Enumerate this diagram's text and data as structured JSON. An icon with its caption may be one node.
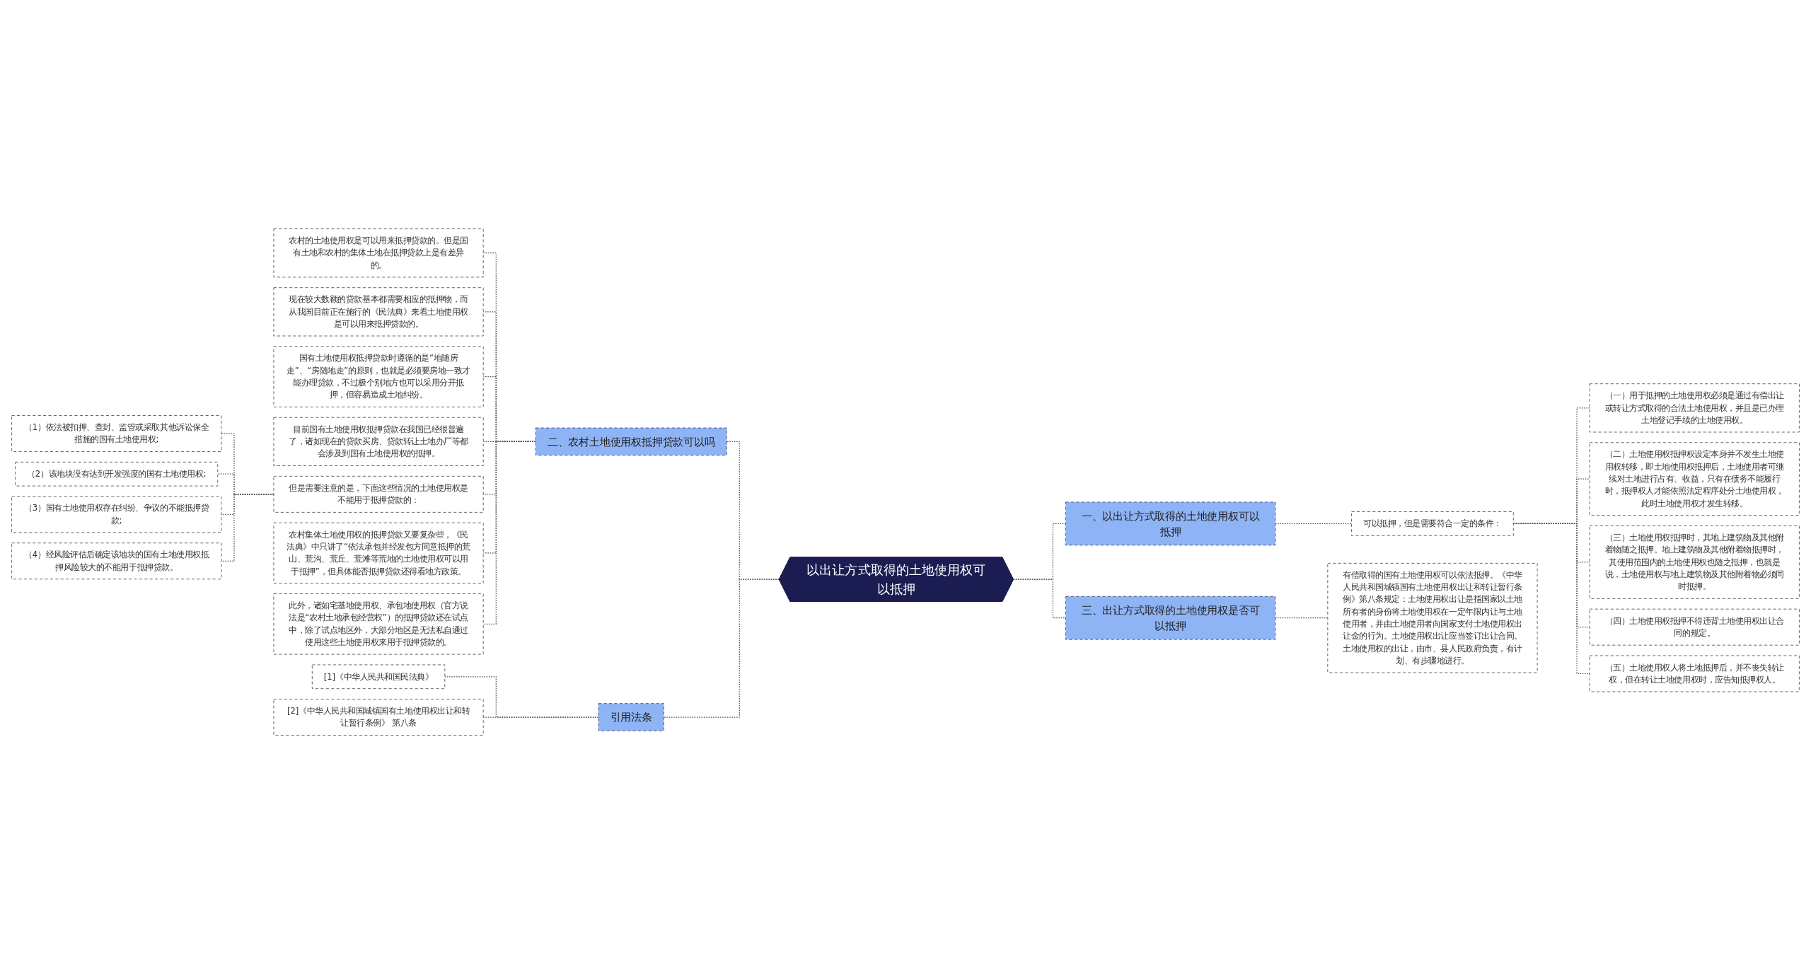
{
  "diagram": {
    "nodes": [
      {
        "text": [
          "以出让方式取得的土地使用权可以抵押"
        ]
      },
      {
        "text": [
          "二、农村土地使用权抵押贷款可以吗"
        ]
      },
      {
        "text": [
          "农村的土地使用权是可以用来抵押贷款的。但是国有土地和农村的集体土地在抵押贷款上是有差异的。"
        ]
      },
      {
        "text": [
          "现在较大数额的贷款基本都需要相应的抵押物，而从我国目前正在施行的《民法典》来看土地使用权是可以用来抵押贷款的。"
        ]
      },
      {
        "text": [
          "国有土地使用权抵押贷款时遵循的是“地随房走”、“房随地走”的原则，也就是必须要房地一致才能办理贷款，不过极个别地方也可以采用分开抵押，但容易造成土地纠纷。"
        ]
      },
      {
        "text": [
          "目前国有土地使用权抵押贷款在我国已经很普遍了，诸如现在的贷款买房、贷款转让土地办厂等都会涉及到国有土地使用权的抵押。"
        ]
      },
      {
        "text": [
          "但是需要注意的是，下面这些情况的土地使用权是不能用于抵押贷款的："
        ]
      },
      {
        "text": [
          "（1）依法被扣押、查封、监管或采取其他诉讼保全措施的国有土地使用权;"
        ]
      },
      {
        "text": [
          "（2）该地块没有达到开发强度的国有土地使用权;"
        ]
      },
      {
        "text": [
          "（3）国有土地使用权存在纠纷、争议的不能抵押贷款;"
        ]
      },
      {
        "text": [
          "（4）经风险评估后确定该地块的国有土地使用权抵押风险较大的不能用于抵押贷款。"
        ]
      },
      {
        "text": [
          "农村集体土地使用权的抵押贷款又要复杂些，《民法典》中只讲了“依法承包并经发包方同意抵押的荒山、荒沟、荒丘、荒滩等荒地的土地使用权可以用于抵押”，但具体能否抵押贷款还得看地方政策。"
        ]
      },
      {
        "text": [
          "此外，诸如宅基地使用权、承包地使用权（官方说法是“农村土地承包经营权”）的抵押贷款还在试点中，除了试点地区外，大部分地区是无法私自通过使用这些土地使用权来用于抵押贷款的。"
        ]
      },
      {
        "text": [
          "引用法条"
        ]
      },
      {
        "text": [
          "[1]《中华人民共和国民法典》"
        ]
      },
      {
        "text": [
          "[2]《中华人民共和国城镇国有土地使用权出让和转让暂行条例》 第八条"
        ]
      },
      {
        "text": [
          "一、以出让方式取得的土地使用权可以抵押"
        ]
      },
      {
        "text": [
          "可以抵押，但是需要符合一定的条件："
        ]
      },
      {
        "text": [
          "（一）用于抵押的土地使用权必须是通过有偿出让或转让方式取得的合法土地使用权，并且是已办理土地登记手续的土地使用权。"
        ]
      },
      {
        "text": [
          "（二）土地使用权抵押权设定本身并不发生土地使用权转移，即土地使用权抵押后，土地使用者可继续对土地进行占有、收益，只有在债务不能履行时，抵押权人才能依照法定程序处分土地使用权，此时土地使用权才发生转移。"
        ]
      },
      {
        "text": [
          "（三）土地使用权抵押时，其地上建筑物及其他附着物随之抵押。地上建筑物及其他附着物抵押时，其使用范围内的土地使用权也随之抵押，也就是说，土地使用权与地上建筑物及其他附着物必须同时抵押。"
        ]
      },
      {
        "text": [
          "（四）土地使用权抵押不得违背土地使用权出让合同的规定。"
        ]
      },
      {
        "text": [
          "（五）土地使用权人将土地抵押后，并不丧失转让权，但在转让土地使用权时，应告知抵押权人。"
        ]
      },
      {
        "text": [
          "三、出让方式取得的土地使用权是否可以抵押"
        ]
      },
      {
        "text": [
          "有偿取得的国有土地使用权可以依法抵押。《中华人民共和国城镇国有土地使用权出让和转让暂行条例》第八条规定：土地使用权出让是指国家以土地所有者的身份将土地使用权在一定年限内让与土地使用者，并由土地使用者向国家支付土地使用权出让金的行为。土地使用权出让应当签订出让合同。土地使用权的出让，由市、县人民政府负责，有计划、有步骤地进行。"
        ]
      }
    ],
    "edges": [
      {
        "from": 0,
        "to": 1,
        "arrow": "none",
        "style": "dashed"
      },
      {
        "from": 1,
        "to": 2,
        "arrow": "none",
        "style": "dashed"
      },
      {
        "from": 1,
        "to": 3,
        "arrow": "none",
        "style": "dashed"
      },
      {
        "from": 1,
        "to": 4,
        "arrow": "none",
        "style": "dashed"
      },
      {
        "from": 1,
        "to": 5,
        "arrow": "none",
        "style": "dashed"
      },
      {
        "from": 1,
        "to": 6,
        "arrow": "none",
        "style": "dashed"
      },
      {
        "from": 6,
        "to": 7,
        "arrow": "none",
        "style": "dashed"
      },
      {
        "from": 6,
        "to": 8,
        "arrow": "none",
        "style": "dashed"
      },
      {
        "from": 6,
        "to": 9,
        "arrow": "none",
        "style": "dashed"
      },
      {
        "from": 6,
        "to": 10,
        "arrow": "none",
        "style": "dashed"
      },
      {
        "from": 1,
        "to": 11,
        "arrow": "none",
        "style": "dashed"
      },
      {
        "from": 1,
        "to": 12,
        "arrow": "none",
        "style": "dashed"
      },
      {
        "from": 0,
        "to": 13,
        "arrow": "none",
        "style": "dashed"
      },
      {
        "from": 13,
        "to": 14,
        "arrow": "none",
        "style": "dashed"
      },
      {
        "from": 13,
        "to": 15,
        "arrow": "none",
        "style": "dashed"
      },
      {
        "from": 0,
        "to": 16,
        "arrow": "none",
        "style": "dashed"
      },
      {
        "from": 16,
        "to": 17,
        "arrow": "none",
        "style": "dashed"
      },
      {
        "from": 17,
        "to": 18,
        "arrow": "none",
        "style": "dashed"
      },
      {
        "from": 17,
        "to": 19,
        "arrow": "none",
        "style": "dashed"
      },
      {
        "from": 17,
        "to": 20,
        "arrow": "none",
        "style": "dashed"
      },
      {
        "from": 17,
        "to": 21,
        "arrow": "none",
        "style": "dashed"
      },
      {
        "from": 17,
        "to": 22,
        "arrow": "none",
        "style": "dashed"
      },
      {
        "from": 0,
        "to": 23,
        "arrow": "none",
        "style": "dashed"
      },
      {
        "from": 23,
        "to": 24,
        "arrow": "none",
        "style": "dashed"
      }
    ]
  }
}
